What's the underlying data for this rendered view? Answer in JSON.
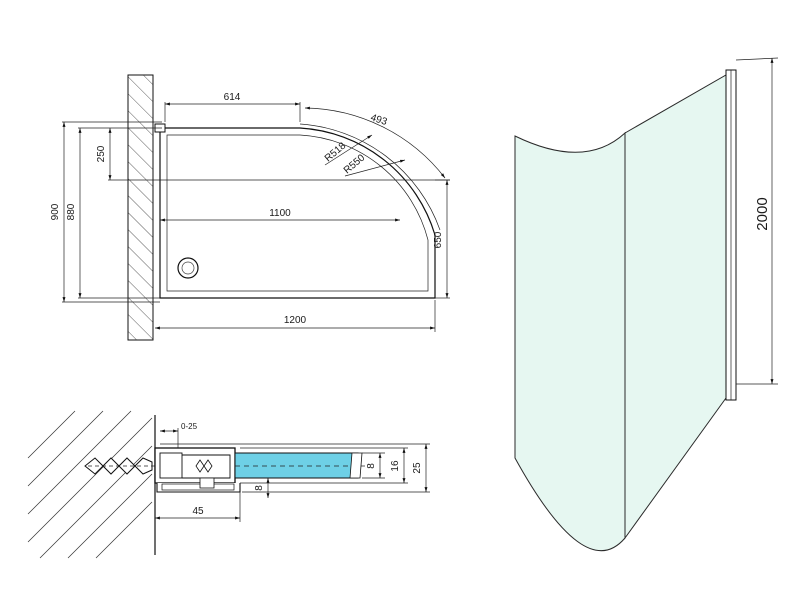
{
  "colors": {
    "line": "#111111",
    "glass_fill": "#e6f7f1",
    "glass_stroke": "#2a2a2a",
    "glass_profile": "#6ed0e6"
  },
  "plan_view": {
    "dim_614": "614",
    "dim_493": "493",
    "dim_250": "250",
    "dim_r518": "R518",
    "dim_r550": "R550",
    "dim_900": "900",
    "dim_880": "880",
    "dim_1100": "1100",
    "dim_650": "650",
    "dim_1200": "1200"
  },
  "profile_detail": {
    "dim_0_25": "0-25",
    "dim_8_glass": "8",
    "dim_16": "16",
    "dim_25": "25",
    "dim_8_base": "8",
    "dim_45": "45"
  },
  "perspective_view": {
    "dim_2000": "2000"
  }
}
